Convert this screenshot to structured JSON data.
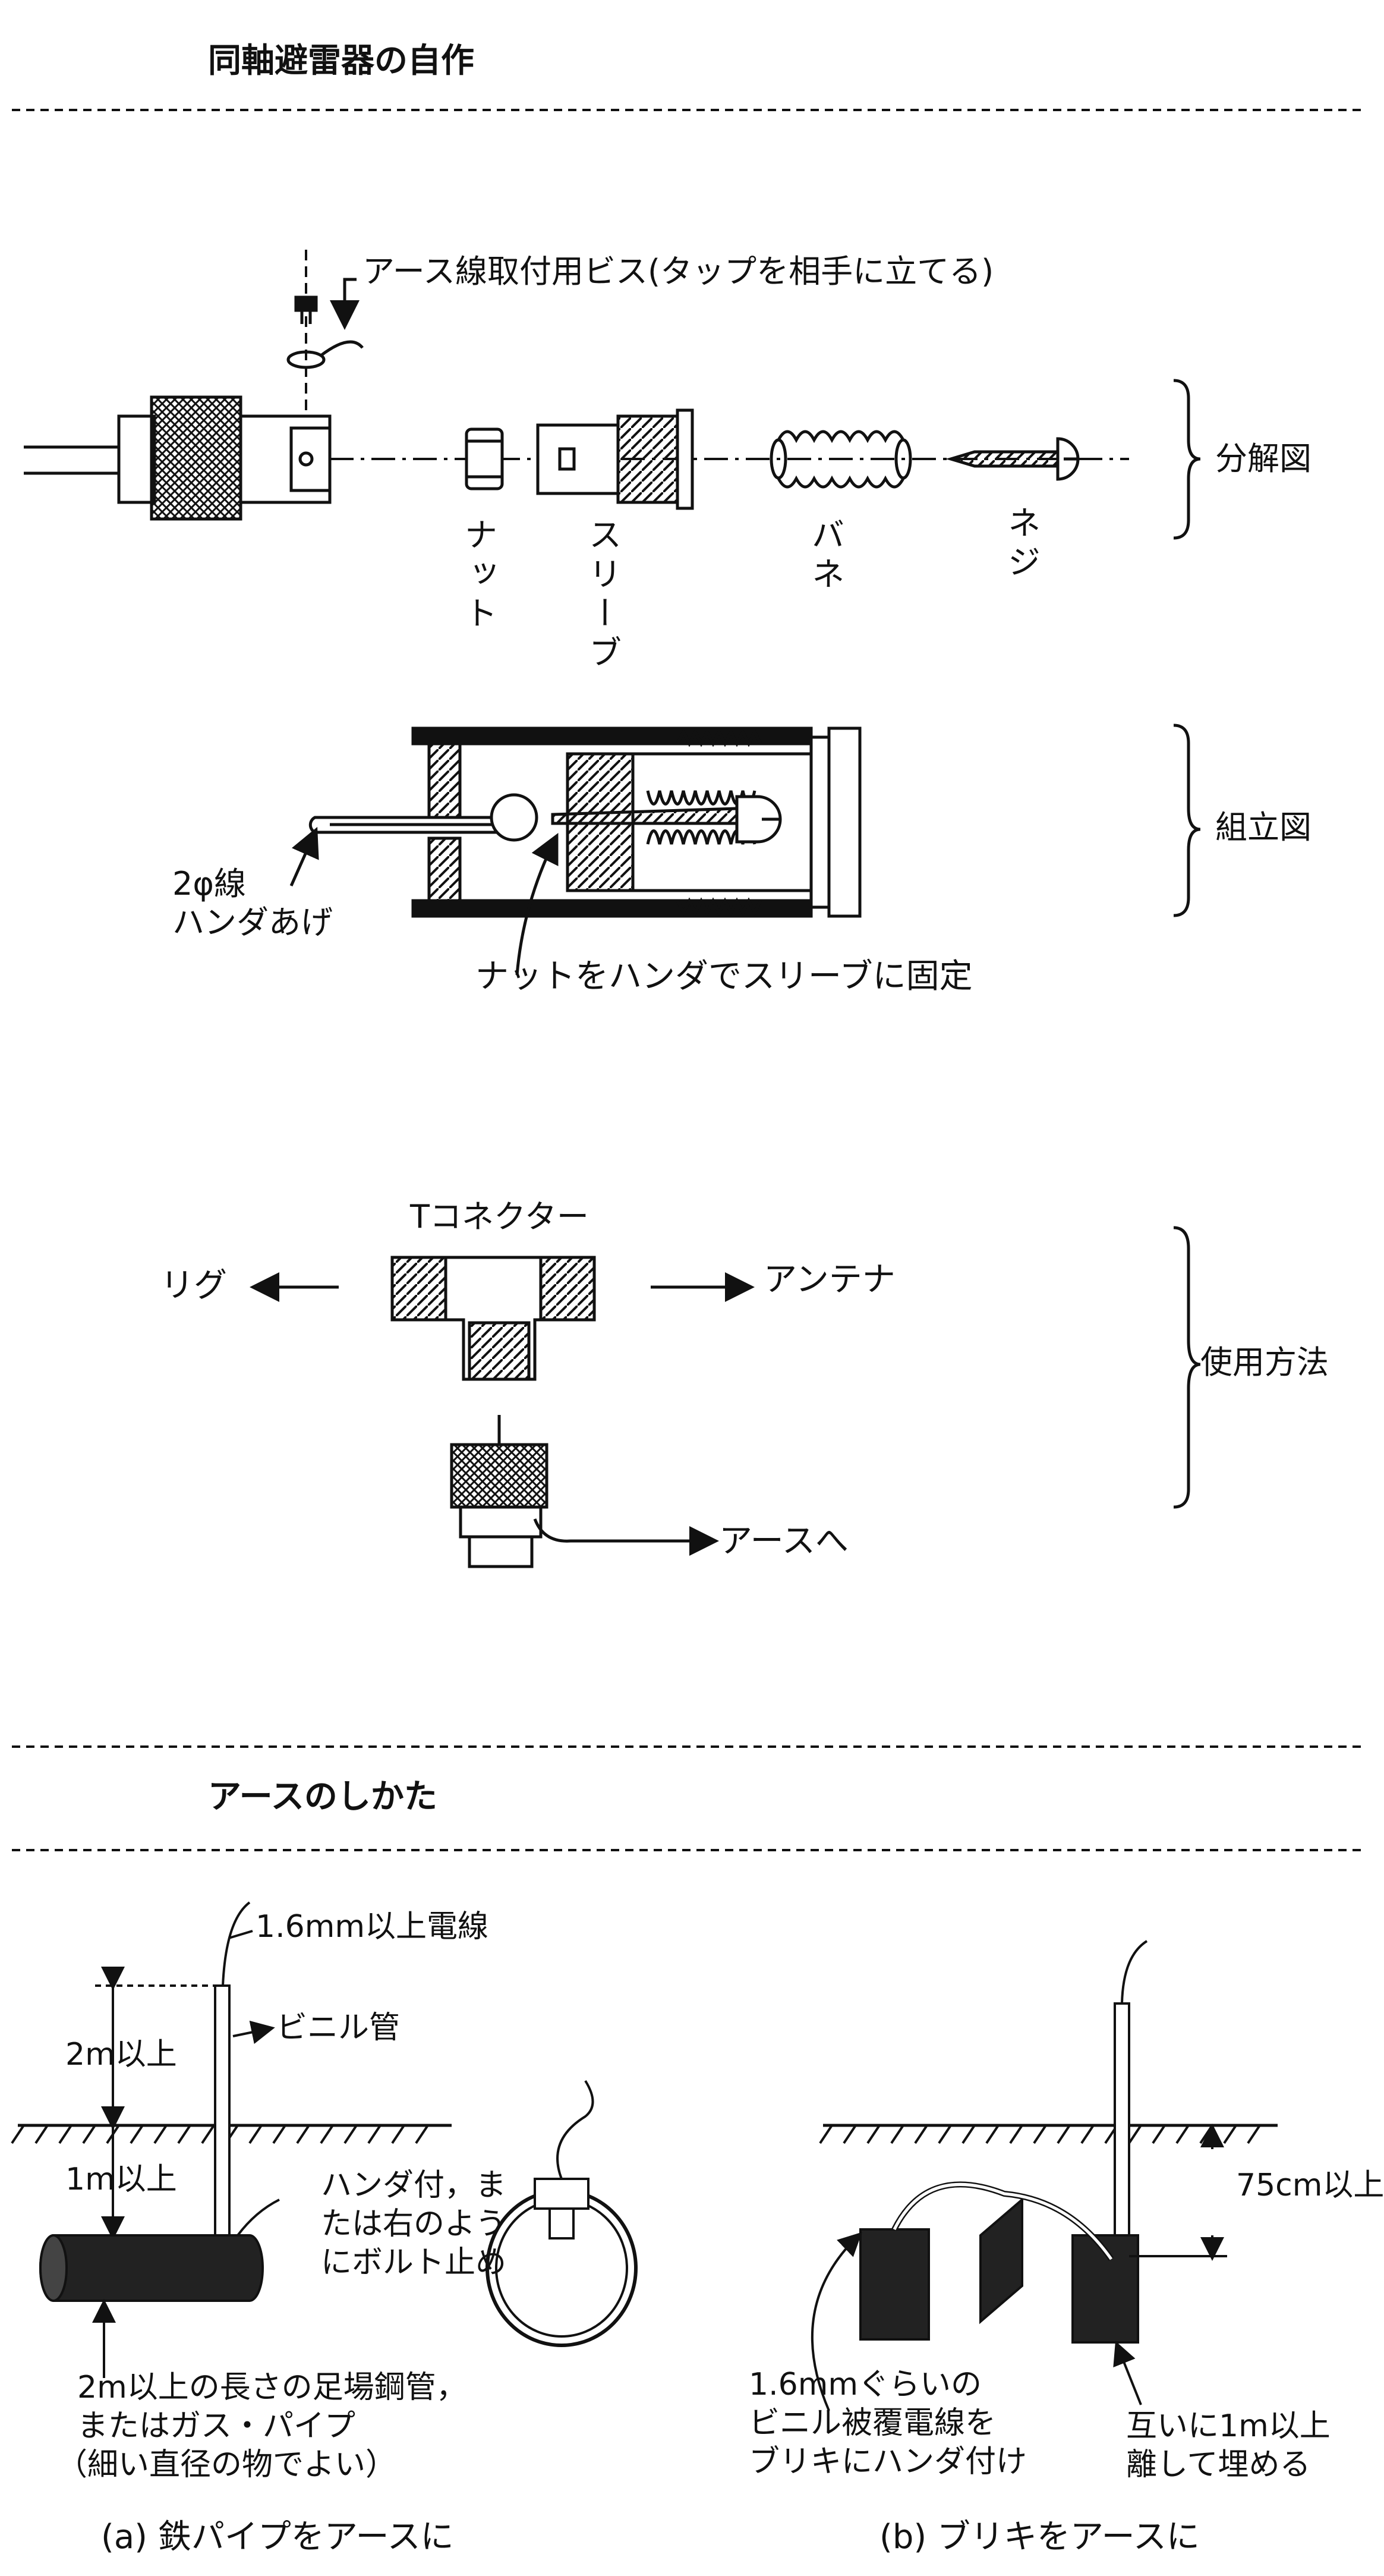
{
  "sections": {
    "homemade_title": "同軸避雷器の自作",
    "ground_title": "アースのしかた"
  },
  "exploded": {
    "screw_label": "アース線取付用ビス(タップを相手に立てる)",
    "nut": "ナット",
    "sleeve": "スリーブ",
    "spring": "バネ",
    "screw": "ネジ",
    "caption": "分解図"
  },
  "assembled": {
    "wire_line1": "2φ線",
    "wire_line2": "ハンダあげ",
    "nut_note": "ナットをハンダでスリーブに固定",
    "caption": "組立図"
  },
  "usage": {
    "t_connector": "Tコネクター",
    "rig": "リグ",
    "antenna": "アンテナ",
    "to_ground": "アースへ",
    "caption": "使用方法"
  },
  "ground_a": {
    "wire": "1.6mm以上電線",
    "vinyl_tube": "ビニル管",
    "height_above": "2m以上",
    "depth_below": "1m以上",
    "solder_line1": "ハンダ付，ま",
    "solder_line2": "たは右のよう",
    "solder_line3": "にボルト止め",
    "pipe_line1": "2m以上の長さの足場鋼管，",
    "pipe_line2": "またはガス・パイプ",
    "pipe_line3": "（細い直径の物でよい）",
    "caption": "(a) 鉄パイプをアースに"
  },
  "ground_b": {
    "depth": "75cm以上",
    "wire_line1": "1.6mmぐらいの",
    "wire_line2": "ビニル被覆電線を",
    "wire_line3": "ブリキにハンダ付け",
    "sep_line1": "互いに1m以上",
    "sep_line2": "離して埋める",
    "caption": "(b) ブリキをアースに"
  }
}
